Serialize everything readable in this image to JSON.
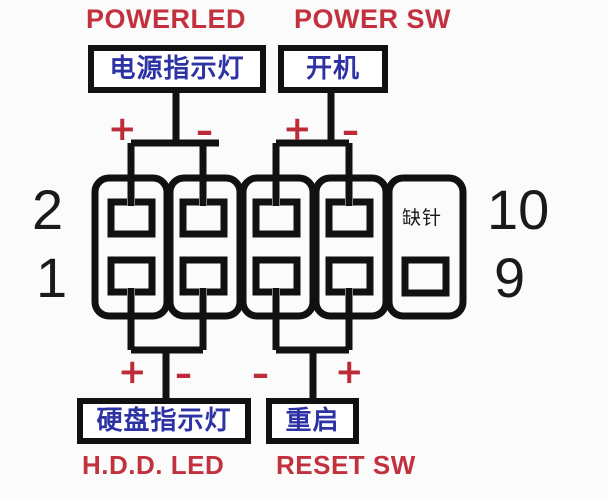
{
  "diagram": {
    "title": "Motherboard front panel 9/10-pin header wiring diagram",
    "colors": {
      "header_red": "#c1323e",
      "label_blue": "#2d33a4",
      "sign_red": "#be2b38",
      "outline_black": "#111111",
      "background": "#fbfbfb"
    }
  },
  "headers": {
    "power_led": "POWERLED",
    "power_sw": "POWER SW",
    "hdd_led": "H.D.D. LED",
    "reset_sw": "RESET SW"
  },
  "label_boxes": {
    "power_led": "电源指示灯",
    "power_sw": "开机",
    "hdd_led": "硬盘指示灯",
    "reset_sw": "重启"
  },
  "pin_numbers": {
    "top_left": "2",
    "bottom_left": "1",
    "top_right": "10",
    "bottom_right": "9"
  },
  "missing_pin_label": "缺针",
  "polarity": {
    "top_row": [
      "+",
      "–",
      "+",
      "–"
    ],
    "bottom_row": [
      "+",
      "–",
      "–",
      "+"
    ]
  },
  "connector": {
    "cell_count": 5,
    "rows": 2,
    "cells": [
      {
        "index": 1,
        "top_pin": "pin-2",
        "bottom_pin": "pin-1",
        "top_wired": true,
        "bottom_wired": true
      },
      {
        "index": 2,
        "top_pin": "pin-4",
        "bottom_pin": "pin-3",
        "top_wired": true,
        "bottom_wired": true
      },
      {
        "index": 3,
        "top_pin": "pin-6",
        "bottom_pin": "pin-5",
        "top_wired": true,
        "bottom_wired": true
      },
      {
        "index": 4,
        "top_pin": "pin-8",
        "bottom_pin": "pin-7",
        "top_wired": true,
        "bottom_wired": true
      },
      {
        "index": 5,
        "top_pin": "none",
        "bottom_pin": "pin-9",
        "top_wired": false,
        "bottom_wired": false
      }
    ]
  },
  "connections": {
    "power_led": {
      "plus_cell": 1,
      "minus_cell": 2,
      "row": "top"
    },
    "power_sw": {
      "plus_cell": 3,
      "minus_cell": 4,
      "row": "top"
    },
    "hdd_led": {
      "plus_cell": 1,
      "minus_cell": 2,
      "row": "bottom"
    },
    "reset_sw": {
      "minus_cell": 3,
      "plus_cell": 4,
      "row": "bottom"
    }
  }
}
